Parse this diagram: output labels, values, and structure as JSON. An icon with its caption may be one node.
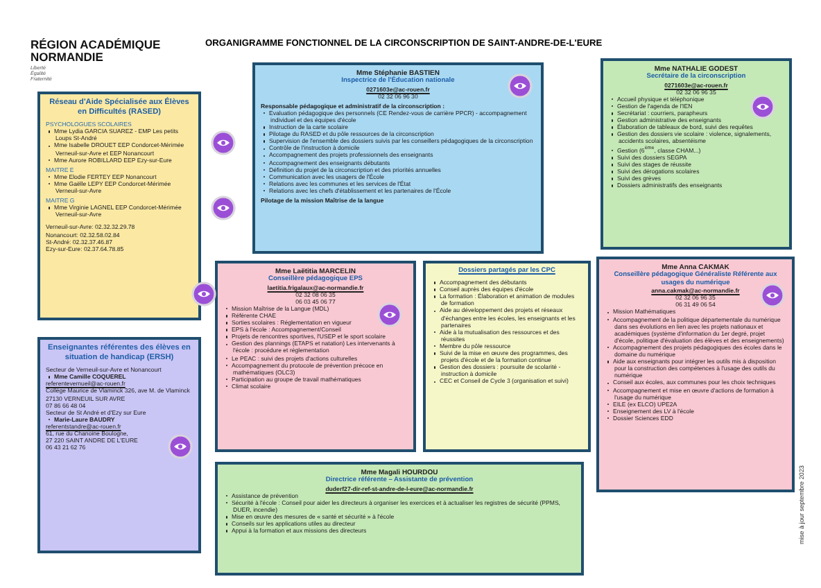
{
  "diagram": {
    "title": "ORGANIGRAMME FONCTIONNEL DE LA CIRCONSCRIPTION DE SAINT-ANDRE-DE-L'EURE",
    "nodes": [
      {
        "text": [
          "Réseau d'Aide Spécialisée aux Élèves en Difficultés (RASED)",
          "PSYCHOLOGUES SCOLAIRES",
          "Mme Lydia GARCIA SUAREZ - EMP Les petits Loups St-André",
          "Mme Isabelle DROUET EEP Condorcet-Mérimée Verneuil-sur-Avre et EEP Nonancourt",
          "Mme Aurore ROBILLARD EEP Ezy-sur-Eure",
          "MAITRE E",
          "Mme Elodie FERTEY EEP Nonancourt",
          "Mme Gaëlle LEPY EEP Condorcet-Mérimée Verneuil-sur-Avre",
          "MAITRE G",
          "Mme Virginie LAGNEL EEP Condorcet-Mérimée Verneuil-sur-Avre",
          "Verneuil-sur-Avre: 02.32.32.29.78",
          "Nonancourt: 02.32.58.02.84",
          "St-André: 02.32.37.46.87",
          "Ezy-sur-Eure: 02.37.64.78.85"
        ]
      },
      {
        "text": [
          "Mme Stéphanie BASTIEN",
          "Inspectrice de l'Éducation nationale",
          "0271603e@ac-rouen.fr",
          "02 32 06 96 30",
          "Responsable pédagogique et administratif de la circonscription :",
          "Evaluation pédagogique des personnels (CE Rendez-vous de carrière PPCR) - accompagnement individuel et des équipes d'école",
          "Instruction de la carte scolaire",
          "Pilotage du RASED et du pôle ressources de la circonscription",
          "Supervision de l'ensemble des dossiers suivis par les conseillers pédagogiques de la circonscription",
          "Contrôle de l'instruction à domicile",
          "Accompagnement des projets professionnels des enseignants",
          "Accompagnement des enseignants débutants",
          "Définition du projet de la circonscription et des priorités annuelles",
          "Communication avec les usagers de l'École",
          "Relations avec les communes et les services de l'État",
          "Relations avec les chefs d'établissement et les partenaires de l'École",
          "Pilotage de la mission Maîtrise de la langue"
        ]
      },
      {
        "text": [
          "Mme NATHALIE GODEST",
          "Secrétaire de la circonscription",
          "0271603e@ac-rouen.fr",
          "02 32 06 96 35",
          "Accueil physique et téléphonique",
          "Gestion de l'agenda de l'IEN",
          "Secrétariat : courriers, parapheurs",
          "Gestion administrative des enseignants",
          "Élaboration de tableaux de bord, suivi des requêtes",
          "Gestion des dossiers vie scolaire : violence, signalements, accidents scolaires, absentéisme",
          "Gestion (6$^{ème}$, classe CHAM...)",
          "Suivi des dossiers SEGPA",
          "Suivi des stages de réussite",
          "Suivi des dérogations scolaires",
          "Suivi des grèves",
          "Dossiers administratifs des enseignants"
        ]
      },
      {
        "text": [
          "Mme Laëtitia MARCELIN",
          "Conseillère pédagogique EPS",
          "laetitia.frigalaux@ac-normandie.fr",
          "02 32 08 06 35",
          "06 03 45 06 77",
          "Mission Maîtrise de la Langue (MDL)",
          "Référente CHAE",
          "Sorties scolaires : Réglementation en vigueur",
          "EPS à l'école : Accompagnement/Conseil",
          "Projets de rencontres sportives, l'USEP et le sport scolaire",
          "Gestion des plannings (ETAPS et natation) Les intervenants à l'école : procédure et réglementation",
          "Le PEAC : suivi des projets d'actions culturelles",
          "Accompagnement du protocole de prévention précoce en mathématiques (OLC3)",
          "Participation au groupe de travail mathématiques",
          "Climat scolaire"
        ]
      },
      {
        "text": [
          "Dossiers partagés par les CPC",
          "Accompagnement des débutants",
          "Conseil auprès des équipes d'école",
          "La formation : Élaboration et animation de modules de formation",
          "Aide au développement des projets et réseaux d'échanges entre les écoles, les enseignants et les partenaires",
          "Aide à la mutualisation des ressources et des réussites",
          "Membre du pôle ressource",
          "Suivi de la mise en œuvre des programmes, des projets d'école et de la formation continue",
          "Gestion des dossiers : poursuite de scolarité - instruction à domicile",
          "CEC et Conseil de Cycle 3 (organisation et suivi)"
        ]
      },
      {
        "text": [
          "Mme Anna CAKMAK",
          "Conseillère pédagogique Généraliste Référente aux usages du numérique",
          "anna.cakmak@ac-normandie.fr",
          "02 32 06 96 35",
          "06 31 49 06 54",
          "Mission Mathématiques",
          "Accompagnement de la politique départementale du numérique dans ses évolutions en lien avec les projets nationaux et académiques (système d'information du 1er degré, projet d'école, politique d'évaluation des élèves et des enseignements)",
          "Accompagnement des projets pédagogiques des écoles dans le domaine du numérique",
          "Aide aux enseignants pour intégrer les outils mis à disposition pour la construction des compétences à l'usage des outils du numérique",
          "Conseil aux écoles, aux communes pour les choix techniques",
          "Accompagnement et mise en œuvre d'actions de formation à l'usage du numérique",
          "EILE (ex ELCO) UPE2A",
          "Enseignement des LV à l'école",
          "Dossier Sciences EDD"
        ]
      },
      {
        "text": [
          "Enseignantes référentes des élèves en situation de handicap (ERSH)",
          "Secteur de Verneuil-sur-Avre et Nonancourt",
          "Mme Camille COQUEREL",
          "referentevernueil@ac-rouen.fr",
          "Collège Maurice de Vlaminck 326, ave M. de Vlaminck",
          "27130 VERNEUIL SUR AVRE",
          "07 86 66 48 04",
          "Secteur de St André et d'Ezy sur Eure",
          "Marie-Laure BAUDRY",
          "referentstandre@ac-rouen.fr",
          "61, rue du Chanoine Boulogne,",
          "27 220 SAINT ANDRE DE L'EURE",
          "06 43 21 62 76"
        ]
      },
      {
        "text": [
          "Mme Magali HOURDOU",
          "Directrice référente – Assistante de prévention",
          "duderf27-dir-ref-st-andre-de-l-eure@ac-normandie.fr",
          "Assistance de prévention",
          "Sécurité à l'école : Conseil pour aider les directeurs à organiser les exercices et à actualiser les registres de sécurité (PPMS, DUER, incendie)",
          "Mise en œuvre des mesures de « santé et sécurité » à l'école",
          "Conseils sur les applications utiles au directeur",
          "Appui à la formation et aux missions des directeurs"
        ]
      }
    ],
    "labels": [
      "RÉGION ACADÉMIQUE NORMANDIE",
      "Liberté Égalité Fraternité",
      "mise à jour septembre 2023"
    ]
  }
}
